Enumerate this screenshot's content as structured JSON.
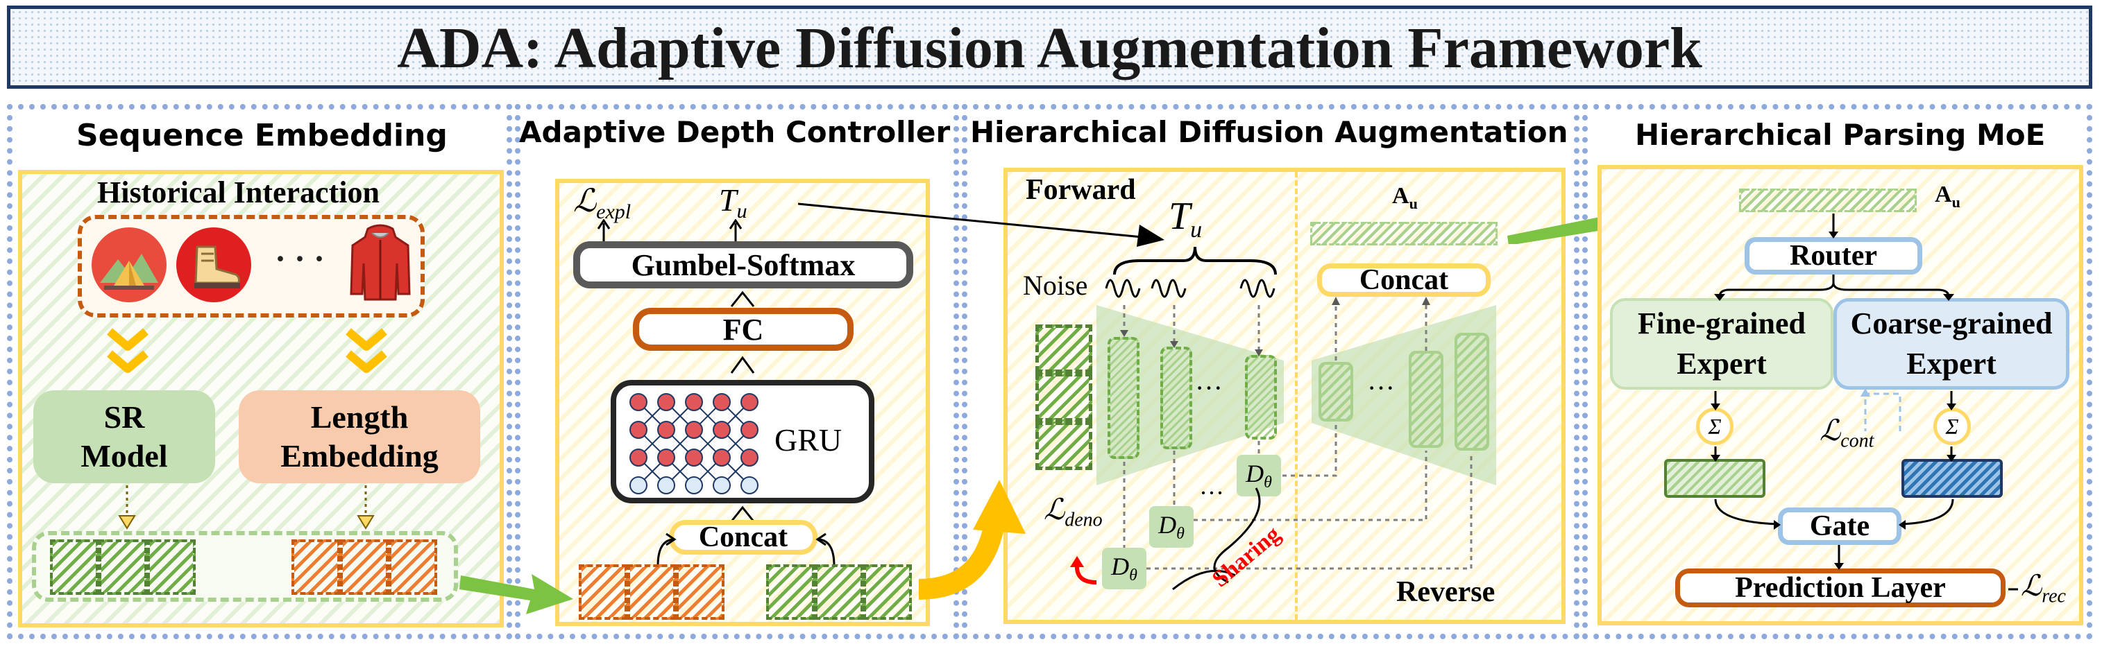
{
  "title": "ADA: Adaptive Diffusion Augmentation Framework",
  "panels": {
    "sequence_embedding": {
      "heading": "Sequence Embedding",
      "historical_interaction": "Historical Interaction",
      "ellipsis": "· · ·",
      "sr_model": "SR Model",
      "length_embedding": "Length Embedding"
    },
    "adaptive_depth": {
      "heading": "Adaptive Depth Controller",
      "loss_expl": "ℒ",
      "loss_expl_sub": "expl",
      "tu": "T",
      "tu_sub": "u",
      "gumbel": "Gumbel-Softmax",
      "fc": "FC",
      "gru": "GRU",
      "concat": "Concat"
    },
    "diffusion": {
      "heading": "Hierarchical Diffusion Augmentation",
      "forward": "Forward",
      "tu": "T",
      "tu_sub": "u",
      "noise": "Noise",
      "au": "A",
      "au_sub": "u",
      "concat": "Concat",
      "d_theta": "D",
      "d_theta_sub": "θ",
      "loss_deno": "ℒ",
      "loss_deno_sub": "deno",
      "sharing": "Sharing",
      "reverse": "Reverse",
      "dots": "···"
    },
    "moe": {
      "heading": "Hierarchical Parsing MoE",
      "au": "A",
      "au_sub": "u",
      "router": "Router",
      "fine": "Fine-grained Expert",
      "coarse": "Coarse-grained Expert",
      "sigma": "Σ",
      "loss_cont": "ℒ",
      "loss_cont_sub": "cont",
      "gate": "Gate",
      "prediction": "Prediction Layer",
      "loss_rec": "ℒ",
      "loss_rec_sub": "rec"
    }
  },
  "colors": {
    "title_border": "#1f3864",
    "panel_dots": "#8ea9db",
    "inner_border": "#ffd966",
    "green": "#70ad47",
    "orange": "#ed7d31",
    "blue": "#2e75b6",
    "arrow_green": "#7cc243",
    "arrow_yellow": "#ffc000",
    "red": "#ff0000"
  },
  "icons": [
    "tent-icon",
    "boot-icon",
    "jacket-icon",
    "neural-net-icon",
    "noise-wave-icon"
  ]
}
